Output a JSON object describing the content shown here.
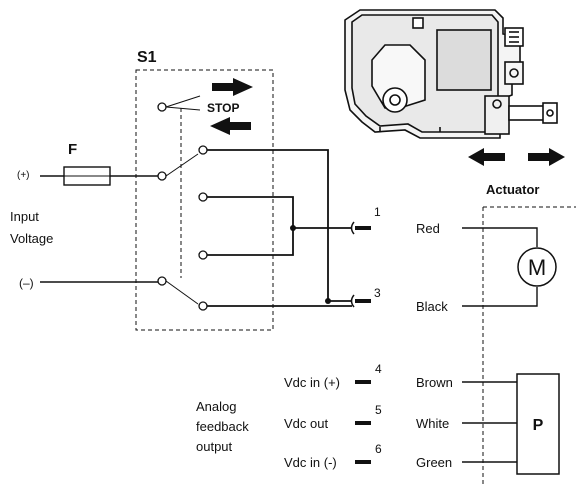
{
  "switch": {
    "label": "S1",
    "stop_label": "STOP"
  },
  "fuse": {
    "label": "F"
  },
  "input": {
    "plus": "(+)",
    "minus": "(–)",
    "label_line1": "Input",
    "label_line2": "Voltage"
  },
  "actuator": {
    "label": "Actuator",
    "motor_symbol": "M",
    "pot_symbol": "P"
  },
  "wires": [
    {
      "pin": "1",
      "color_name": "Red"
    },
    {
      "pin": "3",
      "color_name": "Black"
    }
  ],
  "feedback": {
    "label_line1": "Analog",
    "label_line2": "feedback",
    "label_line3": "output",
    "rows": [
      {
        "signal": "Vdc in (+)",
        "pin": "4",
        "color_name": "Brown"
      },
      {
        "signal": "Vdc out",
        "pin": "5",
        "color_name": "White"
      },
      {
        "signal": "Vdc in (-)",
        "pin": "6",
        "color_name": "Green"
      }
    ]
  }
}
